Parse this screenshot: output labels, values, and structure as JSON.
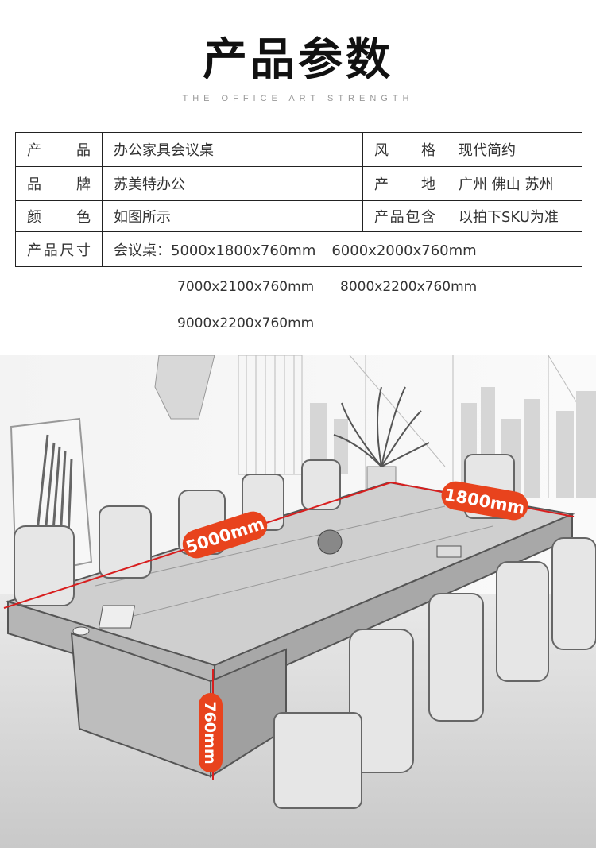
{
  "header": {
    "title": "产品参数",
    "subtitle": "THE OFFICE ART STRENGTH"
  },
  "params": {
    "rows": [
      {
        "k1": "产　　品",
        "v1": "办公家具会议桌",
        "k2": "风　　格",
        "v2": "现代简约"
      },
      {
        "k1": "品　　牌",
        "v1": "苏美特办公",
        "k2": "产　　地",
        "v2": "广州 佛山 苏州"
      },
      {
        "k1": "颜　　色",
        "v1": "如图所示",
        "k2": "产品包含",
        "v2": "以拍下SKU为准"
      }
    ],
    "size_label": "产品尺寸",
    "size_prefix": "会议桌：",
    "sizes": [
      "5000x1800x760mm",
      "6000x2000x760mm",
      "7000x2100x760mm",
      "8000x2200x760mm",
      "9000x2200x760mm"
    ]
  },
  "illustration": {
    "length_label": "5000mm",
    "width_label": "1800mm",
    "height_label": "760mm",
    "accent_color": "#e8431d",
    "line_color": "#d81e1e"
  }
}
